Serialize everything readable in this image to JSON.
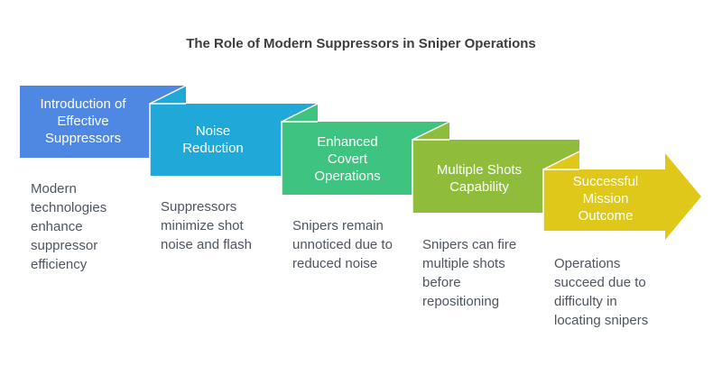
{
  "title": "The Role of Modern Suppressors in Sniper Operations",
  "steps": [
    {
      "label": "Introduction of Effective Suppressors",
      "description": "Modern technologies enhance suppressor efficiency",
      "color": "#4f88e3",
      "fold_color": "#1fa8d8"
    },
    {
      "label": "Noise Reduction",
      "description": "Suppressors minimize shot noise and flash",
      "color": "#1fa8d8",
      "fold_color": "#3fc380"
    },
    {
      "label": "Enhanced Covert Operations",
      "description": "Snipers remain unnoticed due to reduced noise",
      "color": "#3fc380",
      "fold_color": "#8fbd3b"
    },
    {
      "label": "Multiple Shots Capability",
      "description": "Snipers can fire multiple shots before repositioning",
      "color": "#8fbd3b",
      "fold_color": "#dfc81a"
    },
    {
      "label": "Successful Mission Outcome",
      "description": "Operations succeed due to difficulty in locating snipers",
      "color": "#dfc81a"
    }
  ]
}
